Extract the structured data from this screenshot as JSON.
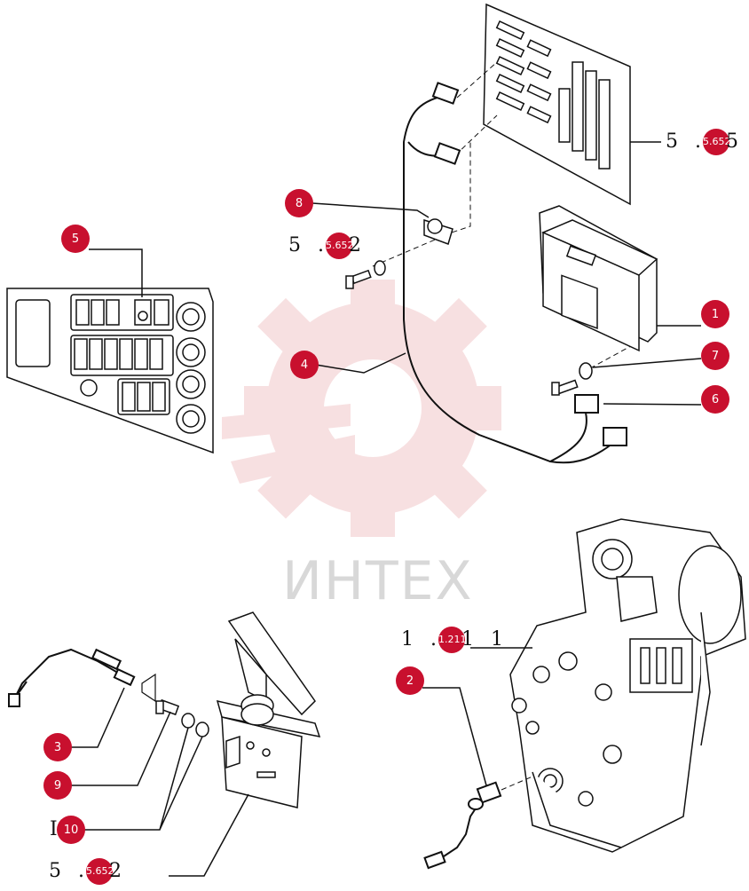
{
  "callouts": [
    {
      "id": "1",
      "label": "1"
    },
    {
      "id": "2",
      "label": "2"
    },
    {
      "id": "3",
      "label": "3"
    },
    {
      "id": "4",
      "label": "4"
    },
    {
      "id": "5",
      "label": "5"
    },
    {
      "id": "6",
      "label": "6"
    },
    {
      "id": "7",
      "label": "7"
    },
    {
      "id": "8",
      "label": "8"
    },
    {
      "id": "9",
      "label": "9"
    },
    {
      "id": "10",
      "label": "10"
    }
  ],
  "references": {
    "board": {
      "prefix": "5 .",
      "badge": "5.652",
      "suffix": "5"
    },
    "clip": {
      "prefix": "5 .",
      "badge": "5.652",
      "suffix": "2"
    },
    "transmission": {
      "prefix": "1 .",
      "badge": "1.211",
      "suffix": "1 1"
    },
    "pedal": {
      "prefix": "5 .",
      "badge": "5.652",
      "suffix": "2"
    },
    "item10_prefix": "I"
  },
  "watermark": {
    "text": "ИНТЕХ",
    "color": "#f2c7c9"
  },
  "colors": {
    "accent": "#c8102e",
    "line": "#111111"
  }
}
